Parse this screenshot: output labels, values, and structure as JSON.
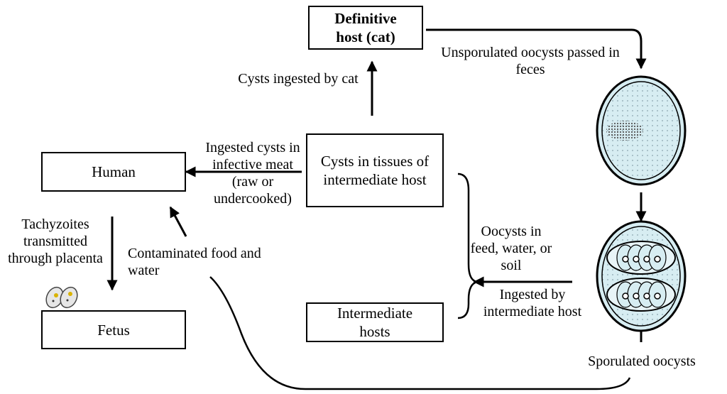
{
  "nodes": {
    "definitive_host": "Definitive host (cat)",
    "cysts_in_tissues": "Cysts in tissues of intermediate host",
    "human": "Human",
    "fetus": "Fetus",
    "intermediate_hosts": "Intermediate hosts"
  },
  "labels": {
    "unsporulated": "Unsporulated oocysts passed in feces",
    "cysts_ingested_by_cat": "Cysts ingested by cat",
    "ingested_cysts_meat": "Ingested cysts in infective meat (raw or undercooked)",
    "tachyzoites": "Tachyzoites transmitted through placenta",
    "contaminated": "Contaminated food and water",
    "oocysts_in_feed": "Oocysts in feed, water, or soil",
    "ingested_by_intermediate": "Ingested by intermediate host",
    "sporulated": "Sporulated oocysts"
  }
}
